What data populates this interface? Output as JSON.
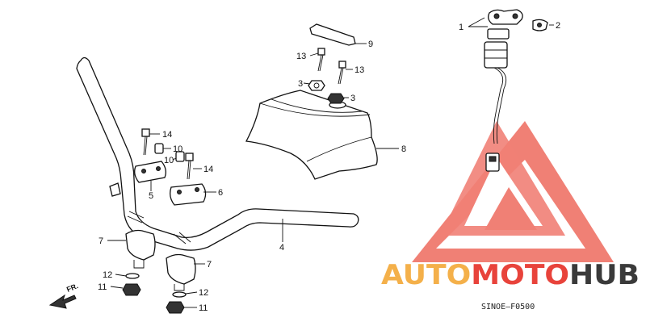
{
  "callouts": {
    "c1": "1",
    "c2": "2",
    "c9": "9",
    "c13a": "13",
    "c13b": "13",
    "c3a": "3",
    "c3b": "3",
    "c8": "8",
    "c14a": "14",
    "c14b": "14",
    "c10a": "10",
    "c10b": "10",
    "c5": "5",
    "c6": "6",
    "c4": "4",
    "c7a": "7",
    "c7b": "7",
    "c12a": "12",
    "c12b": "12",
    "c11a": "11",
    "c11b": "11"
  },
  "direction_label": "FR.",
  "diagram_code": "SINOE–F0500",
  "watermark": {
    "part1": "AUTO",
    "part2": "MOTO",
    "part3": "HUB"
  },
  "colors": {
    "wm_orange": "#f4b04a",
    "wm_red": "#e8433b",
    "wm_dark": "#3a3a3a",
    "wm_triangle": "#ee6a5e"
  }
}
